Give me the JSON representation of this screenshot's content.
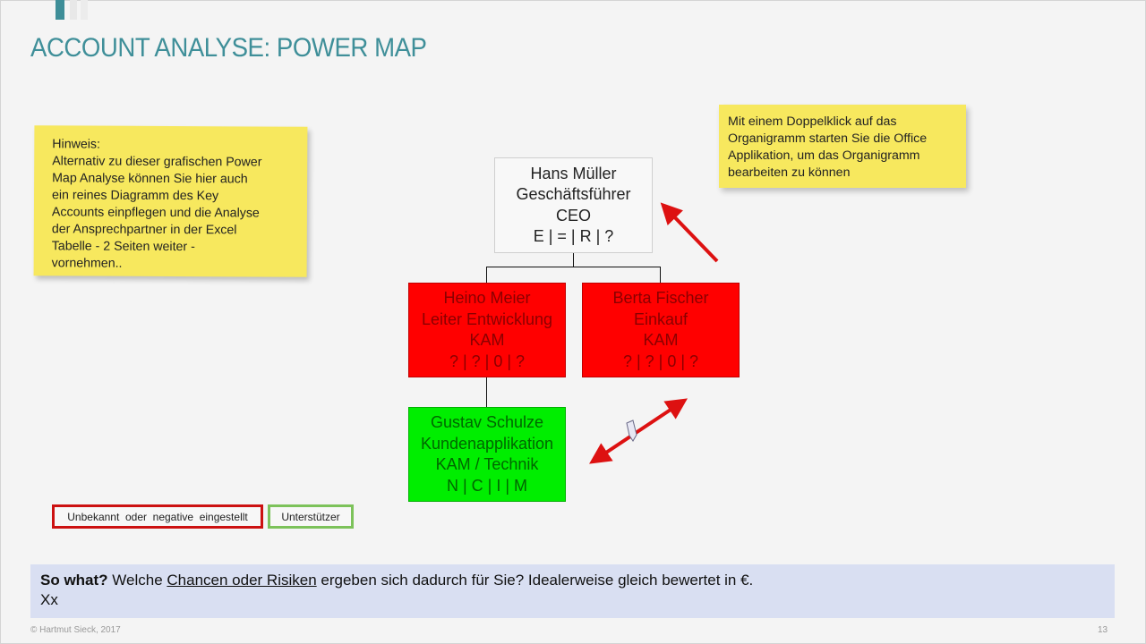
{
  "slide": {
    "title": "ACCOUNT ANALYSE: POWER MAP",
    "page_number": "13",
    "copyright": "© Hartmut Sieck, 2017"
  },
  "notes": {
    "left": {
      "heading": "Hinweis:",
      "text": "Alternativ zu dieser grafischen Power\nMap Analyse können Sie hier auch\nein reines Diagramm des Key\nAccounts einpflegen und die Analyse\nder Ansprechpartner in der Excel\nTabelle - 2 Seiten weiter -\nvornehmen.."
    },
    "right": {
      "text": "Mit einem Doppelklick auf das\nOrganigramm starten Sie die Office\nApplikation, um das Organigramm\nbearbeiten zu können"
    }
  },
  "org_chart": {
    "nodes": [
      {
        "id": "ceo",
        "name": "Hans Müller",
        "role": "Geschäftsführer",
        "function": "CEO",
        "rating": "E | = | R | ?",
        "status": "neutral",
        "color": "#f8f8f8"
      },
      {
        "id": "heino",
        "name": "Heino Meier",
        "role": "Leiter Entwicklung",
        "function": "KAM",
        "rating": "? | ? | 0 | ?",
        "status": "unknown-or-negative",
        "color": "#ff0000"
      },
      {
        "id": "berta",
        "name": "Berta Fischer",
        "role": "Einkauf",
        "function": "KAM",
        "rating": "? | ? | 0 | ?",
        "status": "unknown-or-negative",
        "color": "#ff0000"
      },
      {
        "id": "gustav",
        "name": "Gustav Schulze",
        "role": "Kundenapplikation",
        "function": "KAM / Technik",
        "rating": "N | C | I | M",
        "status": "supporter",
        "color": "#00ee00"
      }
    ],
    "edges": [
      {
        "from": "ceo",
        "to": "heino"
      },
      {
        "from": "ceo",
        "to": "berta"
      },
      {
        "from": "heino",
        "to": "gustav"
      }
    ],
    "annotations": [
      {
        "type": "arrow",
        "from": "note-right",
        "to": "ceo",
        "color": "#dd1111"
      },
      {
        "type": "double-arrow",
        "between": [
          "gustav",
          "berta"
        ],
        "color": "#dd1111",
        "marker": "broken-relation"
      }
    ]
  },
  "legend": {
    "items": [
      {
        "label": "Unbekannt  oder  negative  eingestellt",
        "color": "#cc1111"
      },
      {
        "label": "Unterstützer",
        "color": "#7cc25a"
      }
    ]
  },
  "so_what": {
    "lead": "So what?",
    "pre": " Welche ",
    "underlined": "Chancen oder Risiken",
    "post": " ergeben sich dadurch für Sie? Idealerweise gleich bewertet in €.",
    "line2": "Xx"
  }
}
